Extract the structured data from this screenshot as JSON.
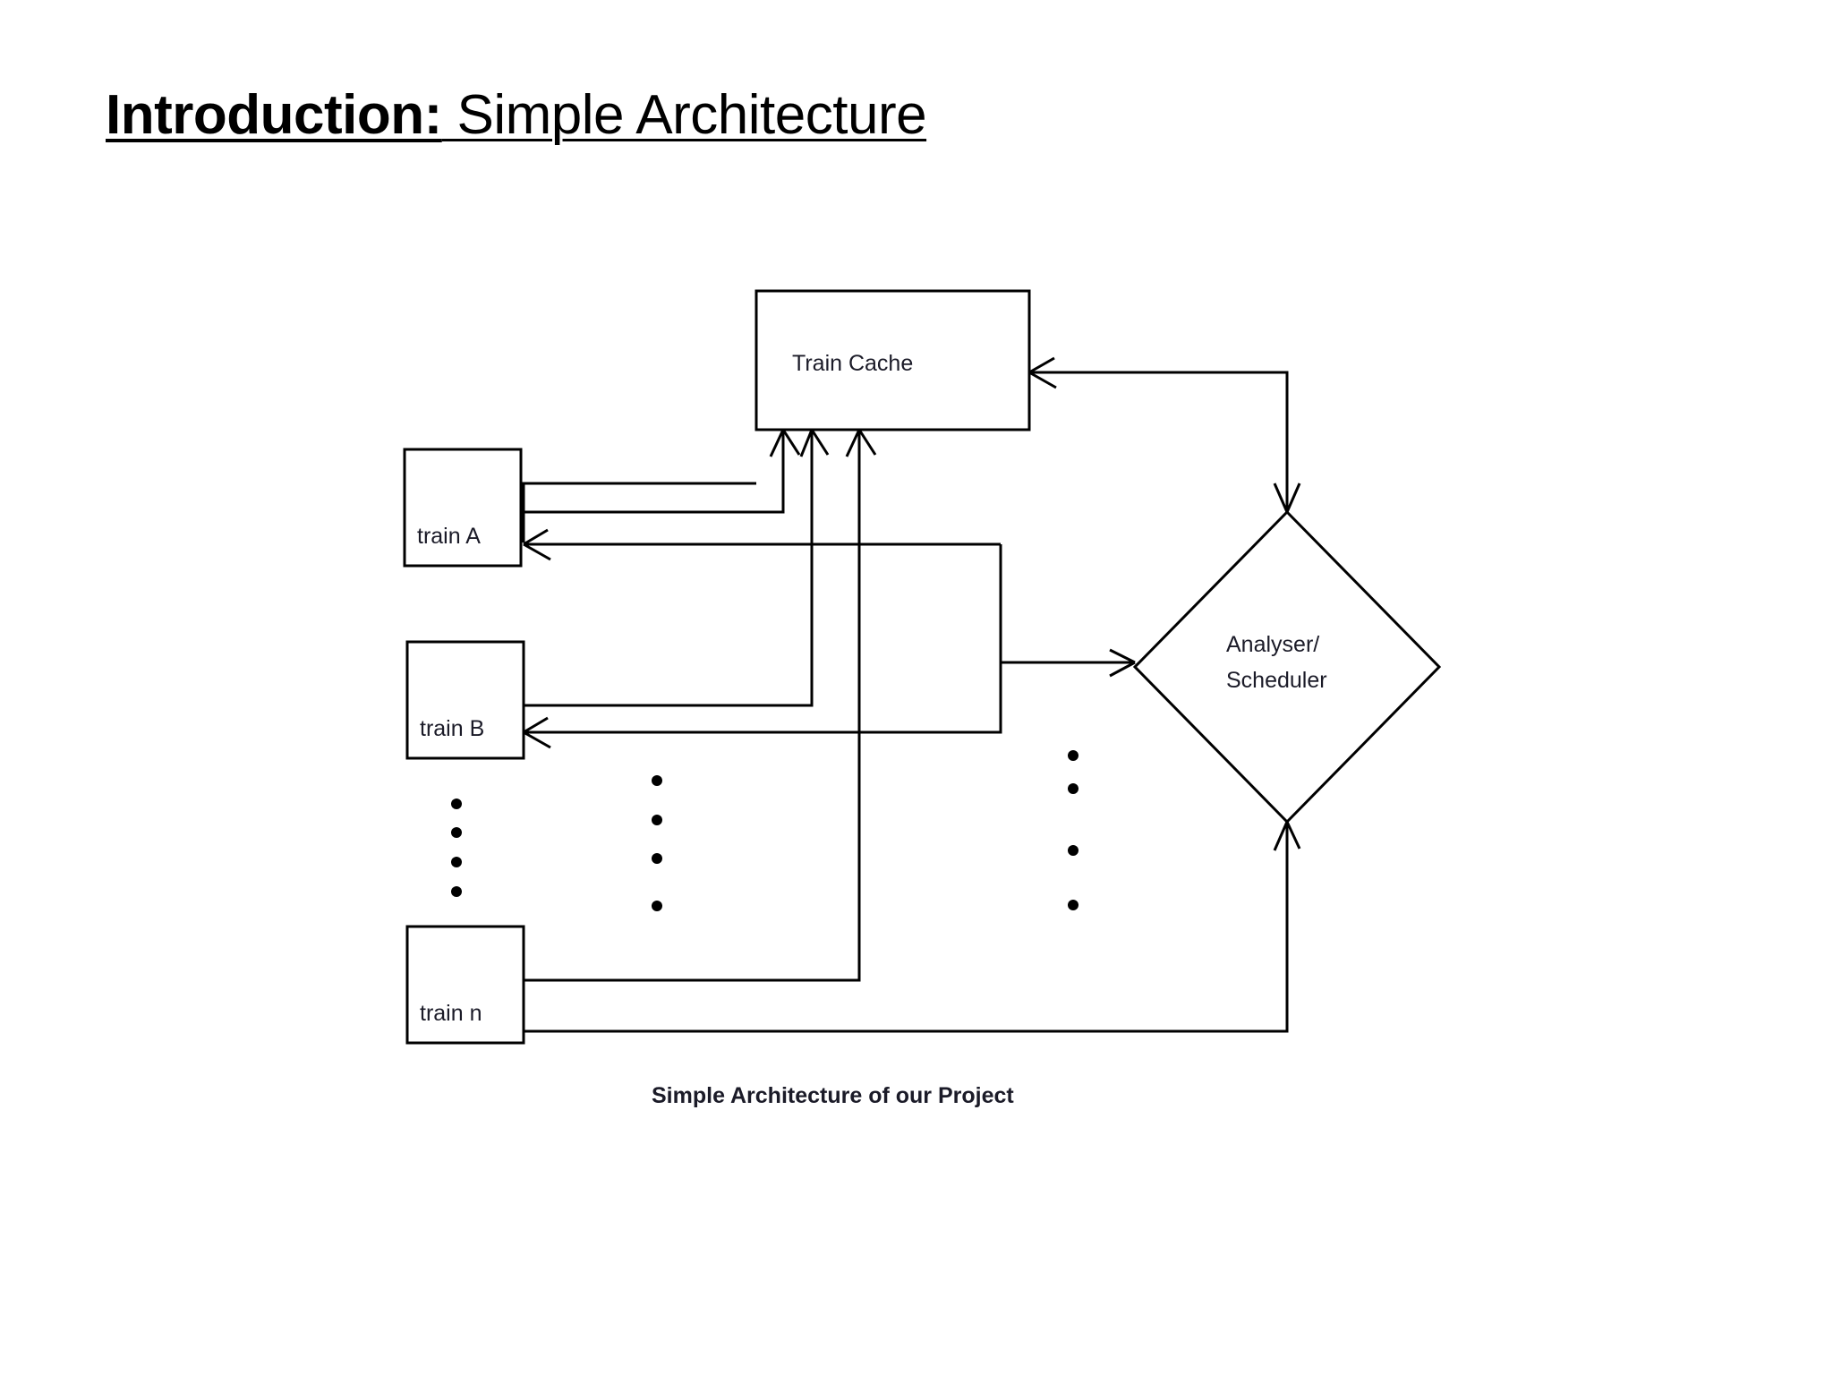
{
  "slide": {
    "background_color": "#ffffff",
    "title": {
      "bold_part": "Introduction:",
      "plain_part": " Simple Architecture"
    }
  },
  "diagram": {
    "type": "flow-architecture",
    "caption": "Simple Architecture of our Project",
    "nodes": [
      {
        "id": "train-cache",
        "label": "Train Cache",
        "shape": "rectangle"
      },
      {
        "id": "train-a",
        "label": "train A",
        "shape": "rectangle"
      },
      {
        "id": "train-b",
        "label": "train B",
        "shape": "rectangle"
      },
      {
        "id": "train-n",
        "label": "train n",
        "shape": "rectangle"
      },
      {
        "id": "analyser-scheduler",
        "label_line_1": "Analyser/",
        "label_line_2": "Scheduler",
        "shape": "diamond"
      }
    ],
    "edges": [
      {
        "from": "train-a",
        "to": "train-cache"
      },
      {
        "from": "train-b",
        "to": "train-cache"
      },
      {
        "from": "train-n",
        "to": "train-cache"
      },
      {
        "from": "train-cache",
        "to": "train-a"
      },
      {
        "from": "train-cache",
        "to": "train-b"
      },
      {
        "from": "analyser-scheduler",
        "to": "train-cache"
      },
      {
        "from": "train-cache",
        "to": "analyser-scheduler"
      },
      {
        "from": "train-n",
        "to": "analyser-scheduler"
      }
    ],
    "ellipsis_columns": [
      {
        "id": "trains-ellipsis",
        "dots": 4
      },
      {
        "id": "mid-ellipsis",
        "dots": 4
      },
      {
        "id": "right-ellipsis",
        "dots": 4
      }
    ],
    "colors": {
      "stroke": "#000000",
      "text": "#1b1b28",
      "fill": "#ffffff"
    }
  }
}
